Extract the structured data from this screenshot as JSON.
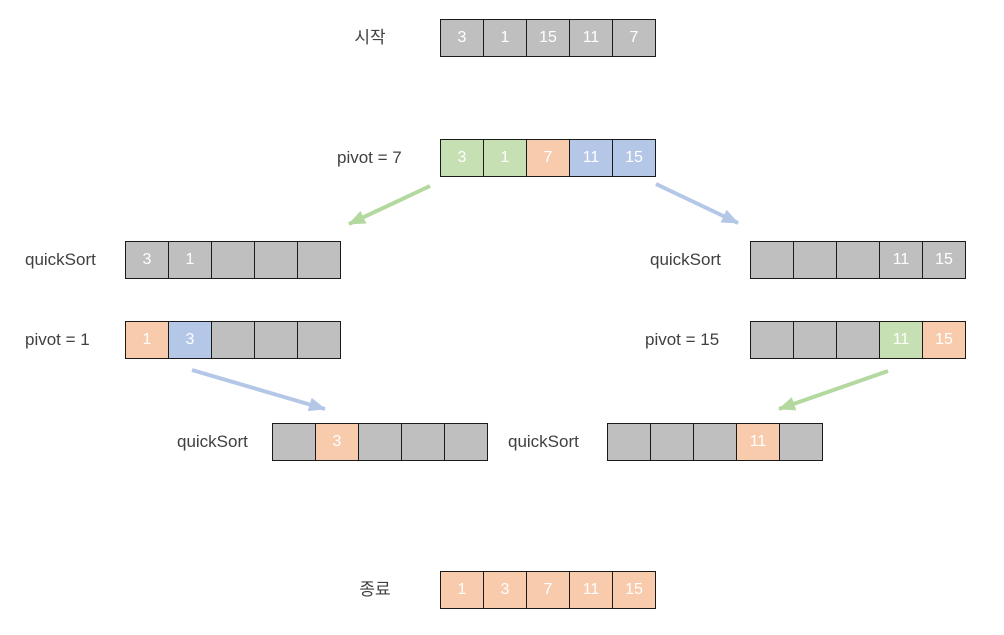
{
  "diagram": {
    "title": "quickSort step diagram",
    "type": "algorithm-flow"
  },
  "palette": {
    "gray": "#bfbfbf",
    "green": "#c6e0b4",
    "orange": "#f8cbad",
    "blue": "#b4c7e7",
    "arrow_green": "#b4d9a0",
    "arrow_blue": "#b4c7e7",
    "border": "#1a1a1a",
    "cell_text": "#ffffff",
    "label_text": "#404040"
  },
  "labels": {
    "start": "시작",
    "pivot7": "pivot = 7",
    "quicksort_left": "quickSort",
    "quicksort_right": "quickSort",
    "pivot1": "pivot = 1",
    "pivot15": "pivot = 15",
    "quicksort_mid_left": "quickSort",
    "quicksort_mid_right": "quickSort",
    "end": "종료"
  },
  "arrays": {
    "start": {
      "cells": [
        {
          "value": "3",
          "color": "gray"
        },
        {
          "value": "1",
          "color": "gray"
        },
        {
          "value": "15",
          "color": "gray"
        },
        {
          "value": "11",
          "color": "gray"
        },
        {
          "value": "7",
          "color": "gray"
        }
      ]
    },
    "pivot7": {
      "cells": [
        {
          "value": "3",
          "color": "green"
        },
        {
          "value": "1",
          "color": "green"
        },
        {
          "value": "7",
          "color": "orange"
        },
        {
          "value": "11",
          "color": "blue"
        },
        {
          "value": "15",
          "color": "blue"
        }
      ]
    },
    "quicksort_left": {
      "cells": [
        {
          "value": "3",
          "color": "gray"
        },
        {
          "value": "1",
          "color": "gray"
        },
        {
          "value": "",
          "color": "gray"
        },
        {
          "value": "",
          "color": "gray"
        },
        {
          "value": "",
          "color": "gray"
        }
      ]
    },
    "quicksort_right": {
      "cells": [
        {
          "value": "",
          "color": "gray"
        },
        {
          "value": "",
          "color": "gray"
        },
        {
          "value": "",
          "color": "gray"
        },
        {
          "value": "11",
          "color": "gray"
        },
        {
          "value": "15",
          "color": "gray"
        }
      ]
    },
    "pivot1": {
      "cells": [
        {
          "value": "1",
          "color": "orange"
        },
        {
          "value": "3",
          "color": "blue"
        },
        {
          "value": "",
          "color": "gray"
        },
        {
          "value": "",
          "color": "gray"
        },
        {
          "value": "",
          "color": "gray"
        }
      ]
    },
    "pivot15": {
      "cells": [
        {
          "value": "",
          "color": "gray"
        },
        {
          "value": "",
          "color": "gray"
        },
        {
          "value": "",
          "color": "gray"
        },
        {
          "value": "11",
          "color": "green"
        },
        {
          "value": "15",
          "color": "orange"
        }
      ]
    },
    "quicksort_mid_left": {
      "cells": [
        {
          "value": "",
          "color": "gray"
        },
        {
          "value": "3",
          "color": "orange"
        },
        {
          "value": "",
          "color": "gray"
        },
        {
          "value": "",
          "color": "gray"
        },
        {
          "value": "",
          "color": "gray"
        }
      ]
    },
    "quicksort_mid_right": {
      "cells": [
        {
          "value": "",
          "color": "gray"
        },
        {
          "value": "",
          "color": "gray"
        },
        {
          "value": "",
          "color": "gray"
        },
        {
          "value": "11",
          "color": "orange"
        },
        {
          "value": "",
          "color": "gray"
        }
      ]
    },
    "end": {
      "cells": [
        {
          "value": "1",
          "color": "orange"
        },
        {
          "value": "3",
          "color": "orange"
        },
        {
          "value": "7",
          "color": "orange"
        },
        {
          "value": "11",
          "color": "orange"
        },
        {
          "value": "15",
          "color": "orange"
        }
      ]
    }
  }
}
